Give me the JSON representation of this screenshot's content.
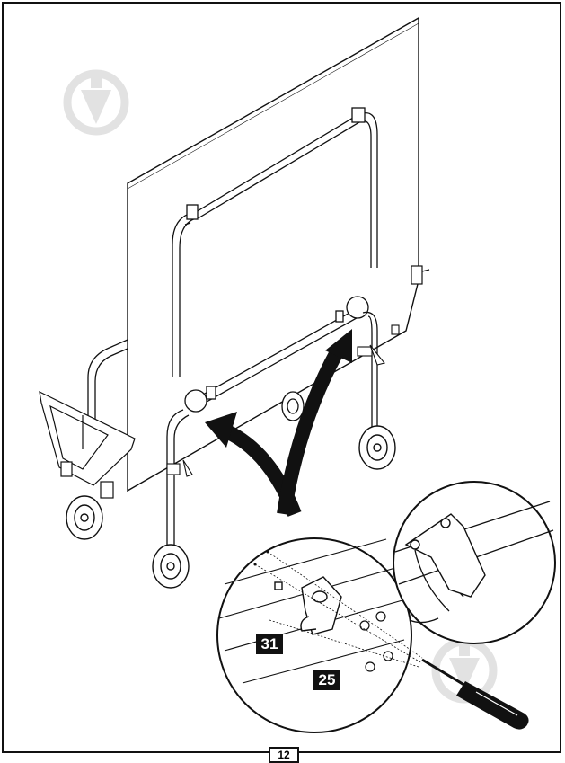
{
  "parts": {
    "bracket_label": "31",
    "screw_label": "25"
  },
  "page": {
    "number": "12"
  },
  "colors": {
    "line": "#111111",
    "watermark": "#e6e6e6"
  },
  "icons": [
    "watermark-logo-icon",
    "screwdriver-icon",
    "arrow-icon",
    "wheel-icon"
  ]
}
